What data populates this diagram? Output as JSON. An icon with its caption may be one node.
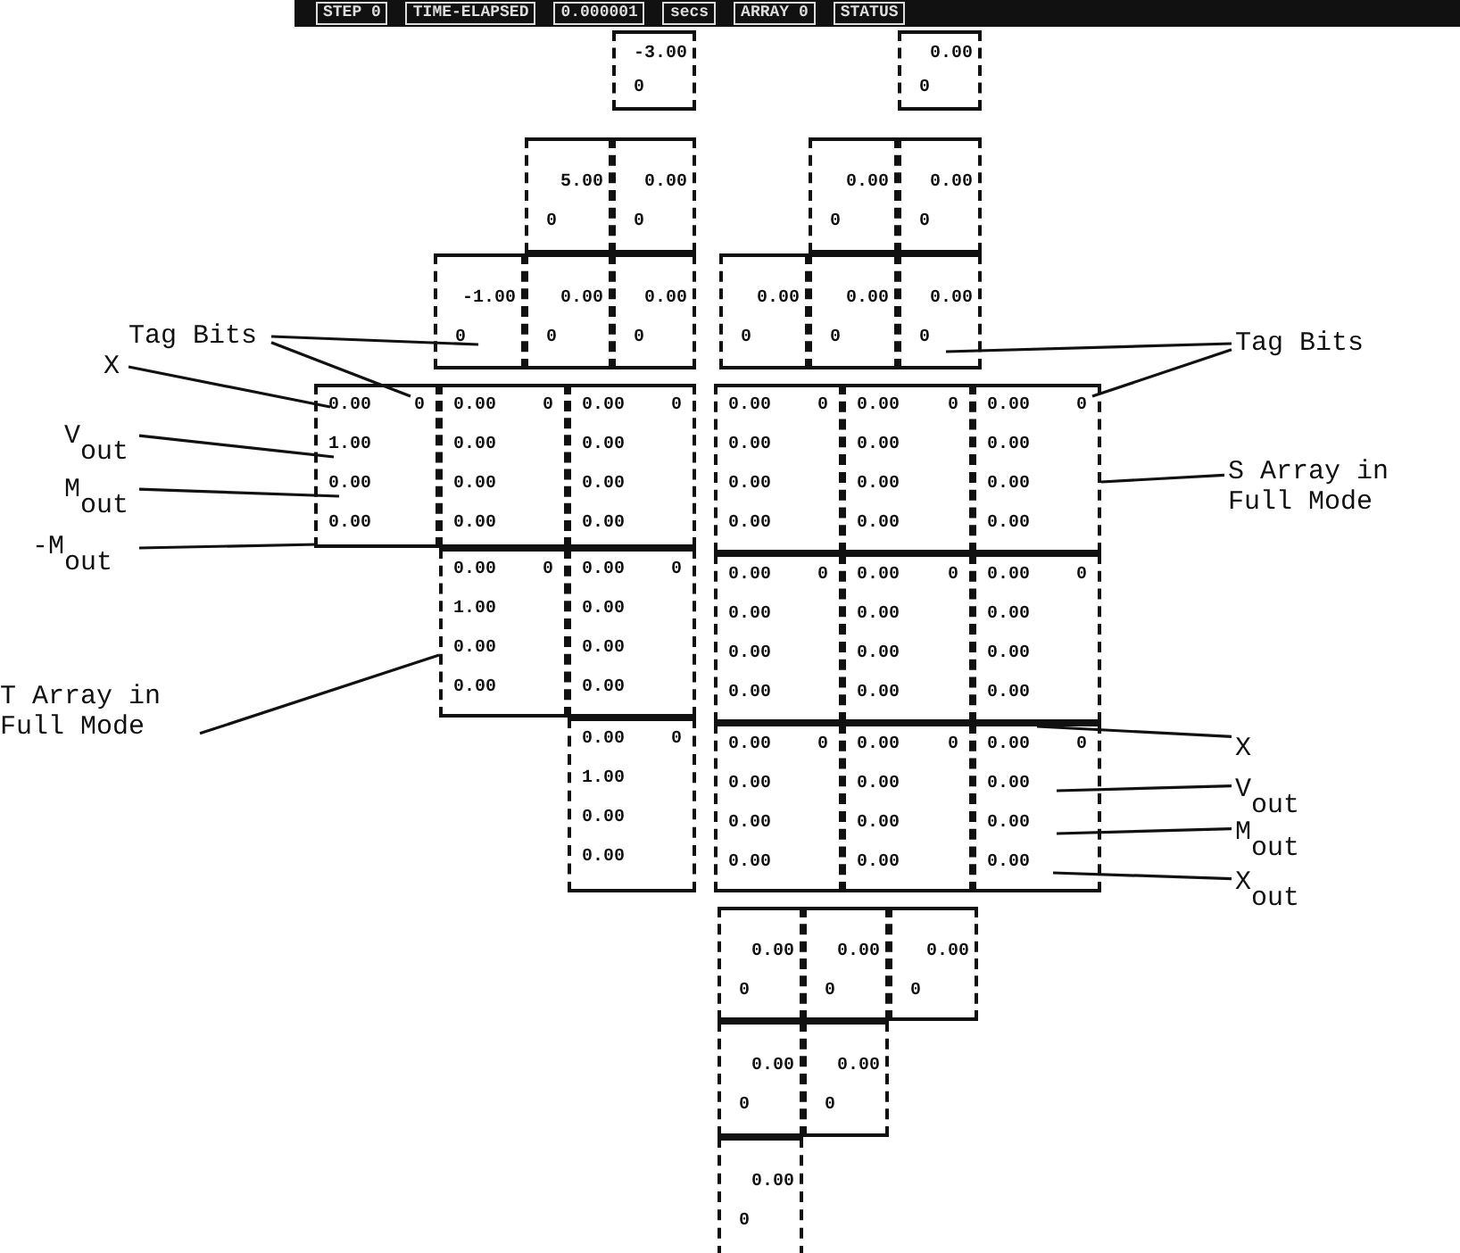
{
  "diagram": {
    "nodes": [
      {
        "text": [
          "-3.00",
          "0"
        ]
      },
      {
        "text": [
          "5.00",
          "0"
        ]
      },
      {
        "text": [
          "0.00",
          "0"
        ]
      },
      {
        "text": [
          "0.00",
          "0"
        ]
      },
      {
        "text": [
          "0.00",
          "0"
        ]
      },
      {
        "text": [
          "0.00",
          "0"
        ]
      },
      {
        "text": [
          "-1.00",
          "0"
        ]
      },
      {
        "text": [
          "0.00",
          "0"
        ]
      },
      {
        "text": [
          "0.00",
          "0"
        ]
      },
      {
        "text": [
          "0.00",
          "0"
        ]
      },
      {
        "text": [
          "0.00",
          "0"
        ]
      },
      {
        "text": [
          "0.00",
          "0"
        ]
      },
      {
        "text": [
          "0.00",
          "0",
          "1.00",
          "0.00",
          "0.00"
        ]
      },
      {
        "text": [
          "0.00",
          "0",
          "0.00",
          "0.00",
          "0.00"
        ]
      },
      {
        "text": [
          "0.00",
          "0",
          "0.00",
          "0.00",
          "0.00"
        ]
      },
      {
        "text": [
          "0.00",
          "0",
          "0.00",
          "0.00",
          "0.00"
        ]
      },
      {
        "text": [
          "0.00",
          "0",
          "0.00",
          "0.00",
          "0.00"
        ]
      },
      {
        "text": [
          "0.00",
          "0",
          "0.00",
          "0.00",
          "0.00"
        ]
      },
      {
        "text": [
          "0.00",
          "0",
          "1.00",
          "0.00",
          "0.00"
        ]
      },
      {
        "text": [
          "0.00",
          "0",
          "0.00",
          "0.00",
          "0.00"
        ]
      },
      {
        "text": [
          "0.00",
          "0",
          "0.00",
          "0.00",
          "0.00"
        ]
      },
      {
        "text": [
          "0.00",
          "0",
          "0.00",
          "0.00",
          "0.00"
        ]
      },
      {
        "text": [
          "0.00",
          "0",
          "0.00",
          "0.00",
          "0.00"
        ]
      },
      {
        "text": [
          "0.00",
          "0",
          "1.00",
          "0.00",
          "0.00"
        ]
      },
      {
        "text": [
          "0.00",
          "0",
          "0.00",
          "0.00",
          "0.00"
        ]
      },
      {
        "text": [
          "0.00",
          "0",
          "0.00",
          "0.00",
          "0.00"
        ]
      },
      {
        "text": [
          "0.00",
          "0",
          "0.00",
          "0.00",
          "0.00"
        ]
      },
      {
        "text": [
          "0.00",
          "0"
        ]
      },
      {
        "text": [
          "0.00",
          "0"
        ]
      },
      {
        "text": [
          "0.00",
          "0"
        ]
      },
      {
        "text": [
          "0.00",
          "0"
        ]
      },
      {
        "text": [
          "0.00",
          "0"
        ]
      },
      {
        "text": [
          "0.00",
          "0"
        ]
      },
      {
        "text": [
          "Tag Bits"
        ]
      },
      {
        "text": [
          "Tag Bits"
        ]
      },
      {
        "text": [
          "X"
        ]
      },
      {
        "text": [
          "V$_{out}$"
        ]
      },
      {
        "text": [
          "S Array in Full Mode"
        ]
      },
      {
        "text": [
          "M$_{out}$"
        ]
      },
      {
        "text": [
          "-M$_{out}$"
        ]
      },
      {
        "text": [
          "T Array in Full Mode"
        ]
      },
      {
        "text": [
          "X"
        ]
      },
      {
        "text": [
          "V$_{out}$"
        ]
      },
      {
        "text": [
          "M$_{out}$"
        ]
      },
      {
        "text": [
          "X$_{out}$"
        ]
      }
    ],
    "edges": [
      {
        "from": 33,
        "to": 6,
        "arrow": "none"
      },
      {
        "from": 33,
        "to": 12,
        "arrow": "none"
      },
      {
        "from": 34,
        "to": 11,
        "arrow": "none"
      },
      {
        "from": 34,
        "to": 17,
        "arrow": "none"
      },
      {
        "from": 35,
        "to": 12,
        "arrow": "none"
      },
      {
        "from": 36,
        "to": 12,
        "arrow": "none"
      },
      {
        "from": 38,
        "to": 12,
        "arrow": "none"
      },
      {
        "from": 39,
        "to": 12,
        "arrow": "none"
      },
      {
        "from": 40,
        "to": 18,
        "arrow": "none"
      },
      {
        "from": 37,
        "to": 17,
        "arrow": "none"
      },
      {
        "from": 41,
        "to": 26,
        "arrow": "none"
      },
      {
        "from": 42,
        "to": 26,
        "arrow": "none"
      },
      {
        "from": 43,
        "to": 26,
        "arrow": "none"
      },
      {
        "from": 44,
        "to": 26,
        "arrow": "none"
      }
    ],
    "labels": [
      "STEP 0",
      "TIME-ELAPSED",
      "0.000001",
      "secs",
      "ARRAY 0",
      "STATUS"
    ]
  }
}
